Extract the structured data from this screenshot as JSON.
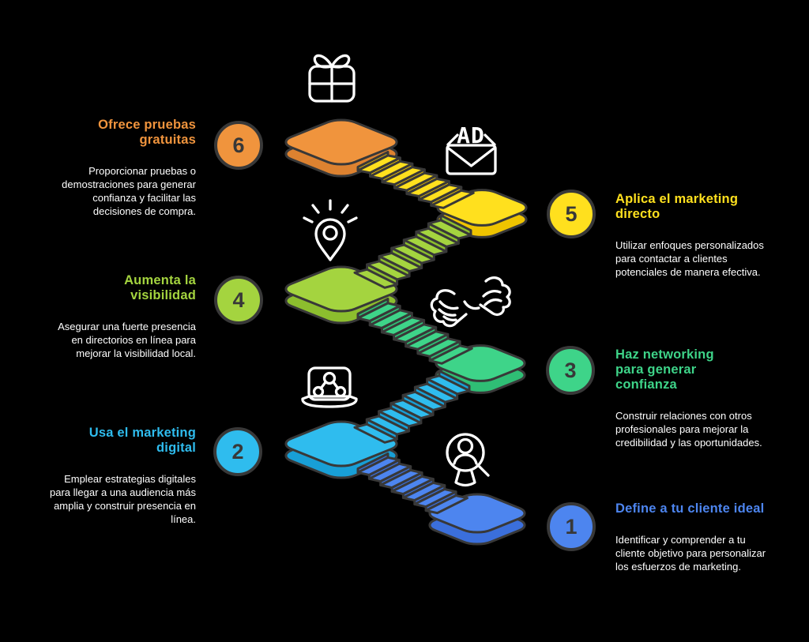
{
  "background": "#000000",
  "staircase": {
    "outline": "#383838",
    "icon_color": "#FFFFFF",
    "ad_label": "AD"
  },
  "steps": [
    {
      "number": "6",
      "side": "left",
      "color": "#F0943D",
      "shade": "#DD8230",
      "title": "Ofrece pruebas gratuitas",
      "description": "Proporcionar pruebas o demostraciones para generar confianza y facilitar las decisiones de compra.",
      "icon": "gift-icon"
    },
    {
      "number": "5",
      "side": "right",
      "color": "#FFE01E",
      "shade": "#EFC400",
      "title": "Aplica el marketing directo",
      "description": "Utilizar enfoques personalizados para contactar a clientes potenciales de manera efectiva.",
      "icon": "ad-envelope-icon"
    },
    {
      "number": "4",
      "side": "left",
      "color": "#A4D43F",
      "shade": "#8CBE2E",
      "title": "Aumenta la visibilidad",
      "description": "Asegurar una fuerte presencia en directorios en línea para mejorar la visibilidad local.",
      "icon": "location-pin-rays-icon"
    },
    {
      "number": "3",
      "side": "right",
      "color": "#3ED489",
      "shade": "#2FBE75",
      "title": "Haz networking para generar confianza",
      "description": "Construir relaciones con otros profesionales para mejorar la credibilidad y las oportunidades.",
      "icon": "handshake-icon"
    },
    {
      "number": "2",
      "side": "left",
      "color": "#2FBCEE",
      "shade": "#189FD6",
      "title": "Usa el marketing digital",
      "description": "Emplear estrategias digitales para llegar a una audiencia más amplia y construir presencia en línea.",
      "icon": "laptop-network-icon"
    },
    {
      "number": "1",
      "side": "right",
      "color": "#4D85EF",
      "shade": "#3B6FDB",
      "title": "Define a tu cliente ideal",
      "description": "Identificar y comprender a tu cliente objetivo para personalizar los esfuerzos de marketing.",
      "icon": "person-search-icon"
    }
  ]
}
